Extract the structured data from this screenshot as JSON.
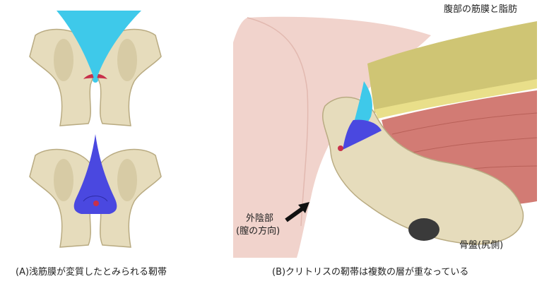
{
  "figure": {
    "panel_a": {
      "caption": "(A)浅筋膜が変質したとみられる靭帯"
    },
    "panel_b": {
      "caption": "(B)クリトリスの靭帯は複数の層が重なっている",
      "labels": {
        "abdominal_fascia": "腹部の筋膜と脂肪",
        "external_genitalia": "外陰部",
        "vagina_direction": "(膣の方向)",
        "pelvis": "骨盤(尻側)"
      }
    },
    "colors": {
      "bone": "#e6dcbc",
      "ligament_cyan": "#3ec9ea",
      "ligament_blue": "#4a48e0",
      "muscle": "#d27b74",
      "fat": "#cfc574",
      "skin": "#f1d3cc",
      "clitoris_red": "#c8304a"
    }
  }
}
